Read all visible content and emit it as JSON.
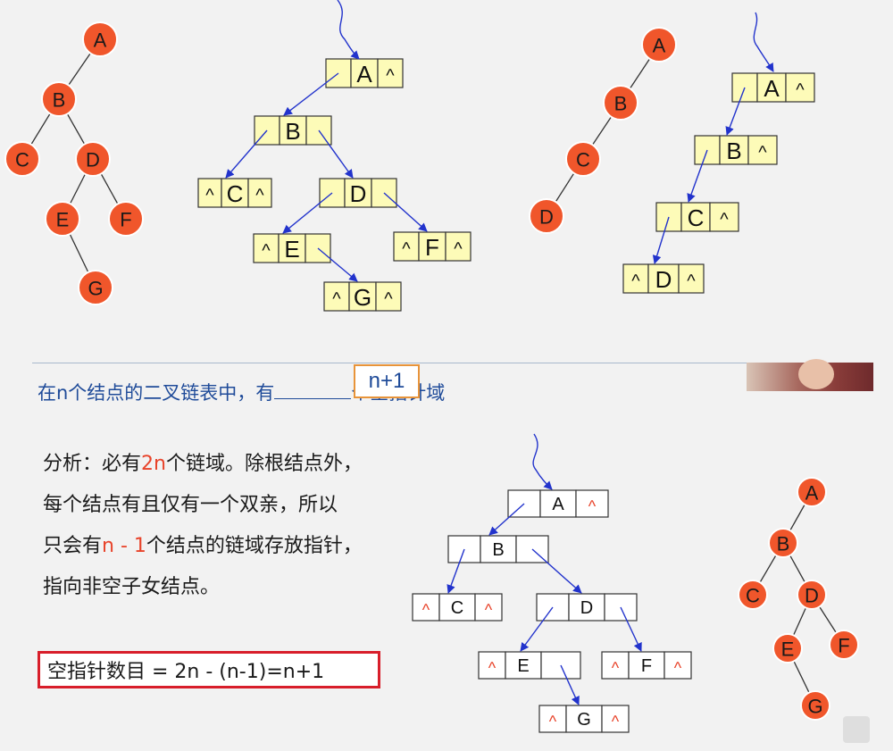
{
  "trees": [
    {
      "name": "tree-top-left",
      "nodes": [
        {
          "id": "A",
          "label": "A"
        },
        {
          "id": "B",
          "label": "B"
        },
        {
          "id": "C",
          "label": "C"
        },
        {
          "id": "D",
          "label": "D"
        },
        {
          "id": "E",
          "label": "E"
        },
        {
          "id": "F",
          "label": "F"
        },
        {
          "id": "G",
          "label": "G"
        }
      ],
      "edges": [
        [
          "A",
          "B"
        ],
        [
          "B",
          "C"
        ],
        [
          "B",
          "D"
        ],
        [
          "D",
          "E"
        ],
        [
          "D",
          "F"
        ],
        [
          "E",
          "G"
        ]
      ]
    },
    {
      "name": "tree-top-right-skewed",
      "nodes": [
        {
          "id": "A",
          "label": "A"
        },
        {
          "id": "B",
          "label": "B"
        },
        {
          "id": "C",
          "label": "C"
        },
        {
          "id": "D",
          "label": "D"
        }
      ],
      "edges": [
        [
          "A",
          "B"
        ],
        [
          "B",
          "C"
        ],
        [
          "C",
          "D"
        ]
      ]
    },
    {
      "name": "tree-bottom-right",
      "nodes": [
        {
          "id": "A",
          "label": "A"
        },
        {
          "id": "B",
          "label": "B"
        },
        {
          "id": "C",
          "label": "C"
        },
        {
          "id": "D",
          "label": "D"
        },
        {
          "id": "E",
          "label": "E"
        },
        {
          "id": "F",
          "label": "F"
        },
        {
          "id": "G",
          "label": "G"
        }
      ],
      "edges": [
        [
          "A",
          "B"
        ],
        [
          "B",
          "C"
        ],
        [
          "B",
          "D"
        ],
        [
          "D",
          "E"
        ],
        [
          "D",
          "F"
        ],
        [
          "E",
          "G"
        ]
      ]
    }
  ],
  "linked_lists": [
    {
      "name": "list-top-middle",
      "style": "yellow",
      "nodes": [
        {
          "id": "A",
          "cells": [
            "",
            "A",
            "^"
          ]
        },
        {
          "id": "B",
          "cells": [
            "",
            "B",
            ""
          ]
        },
        {
          "id": "C",
          "cells": [
            "^",
            "C",
            "^"
          ]
        },
        {
          "id": "D",
          "cells": [
            "",
            "D",
            ""
          ]
        },
        {
          "id": "E",
          "cells": [
            "^",
            "E",
            ""
          ]
        },
        {
          "id": "F",
          "cells": [
            "^",
            "F",
            "^"
          ]
        },
        {
          "id": "G",
          "cells": [
            "^",
            "G",
            "^"
          ]
        }
      ],
      "pointers": [
        [
          "A",
          "B"
        ],
        [
          "B",
          "C"
        ],
        [
          "B",
          "D"
        ],
        [
          "D",
          "E"
        ],
        [
          "D",
          "F"
        ],
        [
          "E",
          "G"
        ]
      ]
    },
    {
      "name": "list-top-right",
      "style": "yellow",
      "nodes": [
        {
          "id": "A",
          "cells": [
            "",
            "A",
            "^"
          ]
        },
        {
          "id": "B",
          "cells": [
            "",
            "B",
            "^"
          ]
        },
        {
          "id": "C",
          "cells": [
            "",
            "C",
            "^"
          ]
        },
        {
          "id": "D",
          "cells": [
            "^",
            "D",
            "^"
          ]
        }
      ],
      "pointers": [
        [
          "A",
          "B"
        ],
        [
          "B",
          "C"
        ],
        [
          "C",
          "D"
        ]
      ]
    },
    {
      "name": "list-bottom-middle",
      "style": "white",
      "nodes": [
        {
          "id": "A",
          "cells": [
            "",
            "A",
            "^"
          ]
        },
        {
          "id": "B",
          "cells": [
            "",
            "B",
            ""
          ]
        },
        {
          "id": "C",
          "cells": [
            "^",
            "C",
            "^"
          ]
        },
        {
          "id": "D",
          "cells": [
            "",
            "D",
            ""
          ]
        },
        {
          "id": "E",
          "cells": [
            "^",
            "E",
            ""
          ]
        },
        {
          "id": "F",
          "cells": [
            "^",
            "F",
            "^"
          ]
        },
        {
          "id": "G",
          "cells": [
            "^",
            "G",
            "^"
          ]
        }
      ],
      "pointers": [
        [
          "A",
          "B"
        ],
        [
          "B",
          "C"
        ],
        [
          "B",
          "D"
        ],
        [
          "D",
          "E"
        ],
        [
          "D",
          "F"
        ],
        [
          "E",
          "G"
        ]
      ]
    }
  ],
  "heading": {
    "before": "在n个结点的二叉链表中，有",
    "after": "个空指针域",
    "answer": "n+1"
  },
  "analysis": {
    "line1_a": "分析：必有",
    "line1_red": "2n",
    "line1_b": "个链域。除根结点外，",
    "line2": "每个结点有且仅有一个双亲，所以",
    "line3_a": "只会有",
    "line3_red": "n - 1",
    "line3_b": "个结点的链域存放指针，",
    "line4": "指向非空子女结点。"
  },
  "formula": "空指针数目 = 2n - (n-1)=n+1",
  "colors": {
    "node_fill": "#f0562b",
    "yellow_cell": "#fdfbb8",
    "pointer_blue": "#2233cc",
    "heading_blue": "#1f4b99",
    "null_red": "#e8432a",
    "formula_border": "#d81e2a"
  }
}
